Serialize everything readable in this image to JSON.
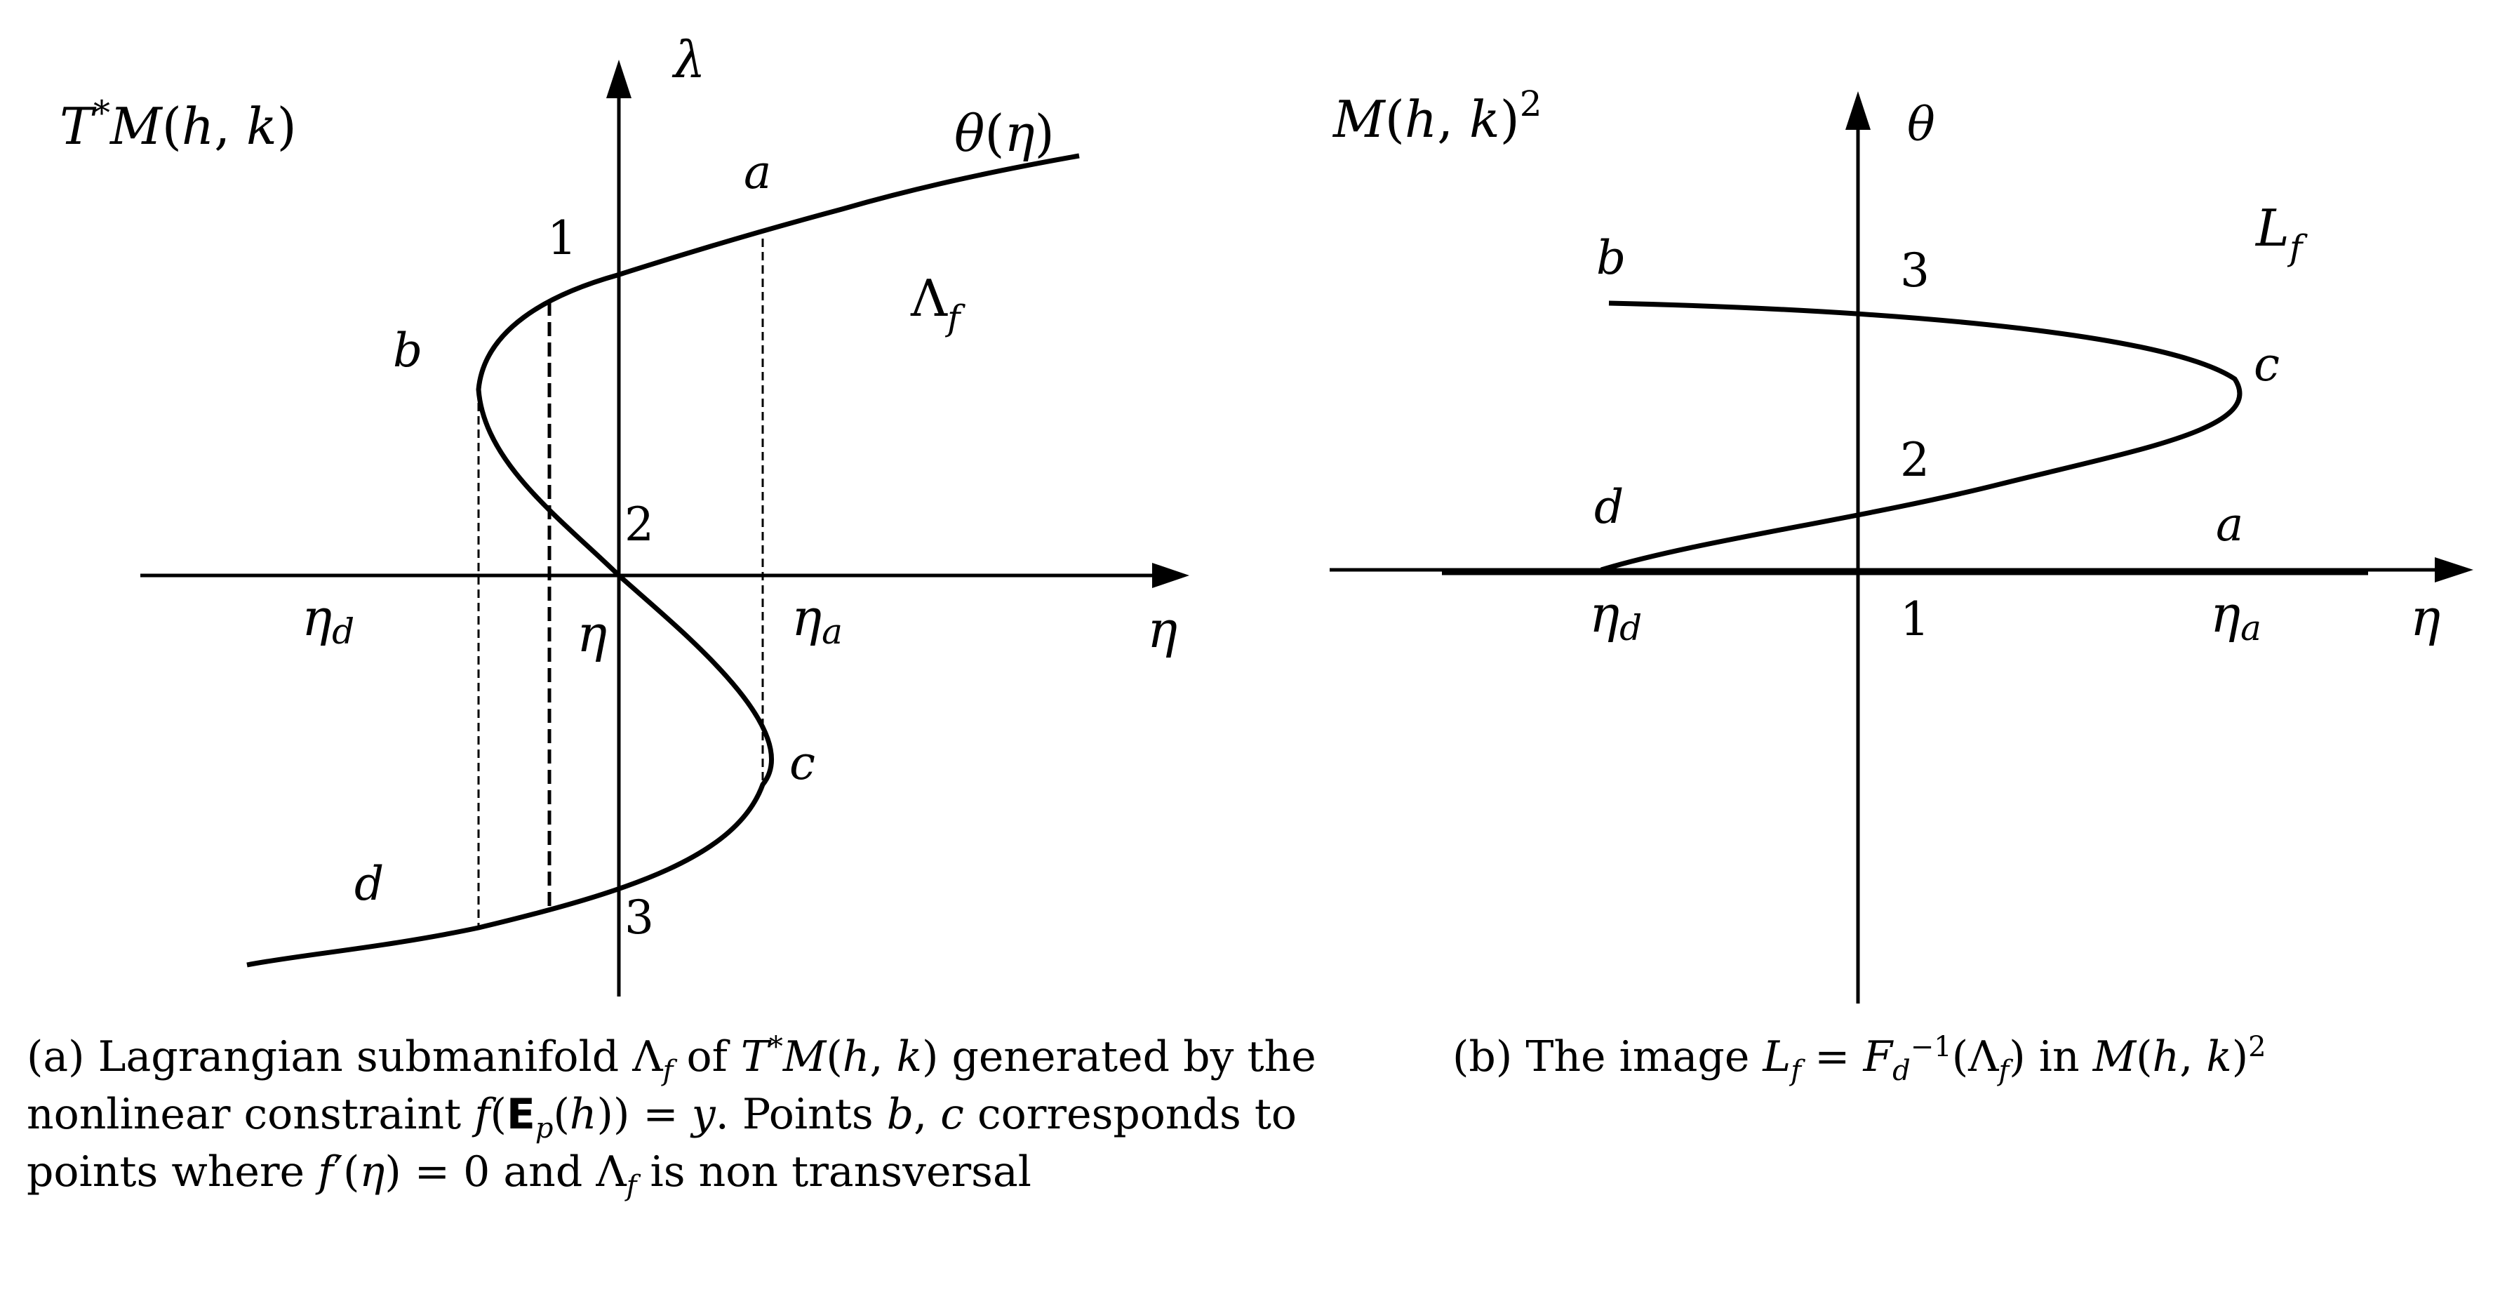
{
  "panel_a": {
    "corner_label": "T*M(h,k)",
    "vertical_axis": "λ",
    "horizontal_axis": "η",
    "curve_label": "θ(η)",
    "manifold_label": "Λ_f",
    "points": {
      "a": "a",
      "b": "b",
      "c": "c",
      "d": "d"
    },
    "numbers": {
      "one": "1",
      "two": "2",
      "three": "3"
    },
    "eta_d": "η_d",
    "eta_center": "η",
    "eta_a": "η_a"
  },
  "panel_b": {
    "corner_label": "M(h,k)^2",
    "vertical_axis": "θ",
    "horizontal_axis": "η",
    "image_label": "L_f",
    "points": {
      "a": "a",
      "b": "b",
      "c": "c",
      "d": "d"
    },
    "numbers": {
      "one": "1",
      "two": "2",
      "three": "3"
    },
    "eta_d": "η_d",
    "eta_a": "η_a"
  },
  "captions": {
    "a": {
      "tag": "(a)",
      "t1": "Lagrangian submanifold",
      "t2": "of",
      "t3": "generated by the nonlinear constraint",
      "t4": ". Points",
      "t5": "corresponds to points where",
      "t6": "and",
      "t7": "is non transversal"
    },
    "b": {
      "tag": "(b)",
      "t1": "The image",
      "t2": "in"
    }
  }
}
